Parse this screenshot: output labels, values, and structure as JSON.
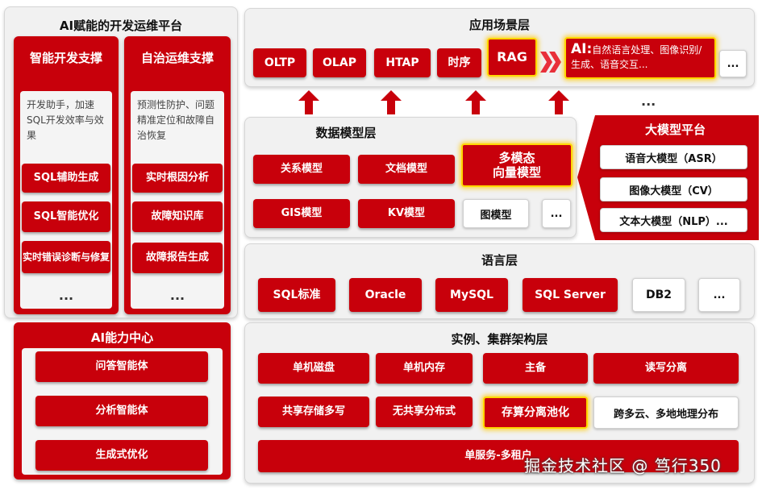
{
  "left": {
    "title": "AI赋能的开发运维平台",
    "dev": {
      "title": "智能开发支撑",
      "desc": "开发助手，加速SQL开发效率与效果",
      "items": [
        "SQL辅助生成",
        "SQL智能优化",
        "实时错误诊断与修复"
      ],
      "more": "..."
    },
    "ops": {
      "title": "自治运维支撑",
      "desc": "预测性防护、问题精准定位和故障自治恢复",
      "items": [
        "实时根因分析",
        "故障知识库",
        "故障报告生成"
      ],
      "more": "..."
    },
    "ai_center": {
      "title": "AI能力中心",
      "items": [
        "问答智能体",
        "分析智能体",
        "生成式优化"
      ]
    }
  },
  "app_layer": {
    "title": "应用场景层",
    "items": [
      "OLTP",
      "OLAP",
      "HTAP",
      "时序",
      "RAG"
    ],
    "ai_label": "AI:",
    "ai_text": "自然语言处理、图像识别/生成、语音交互...",
    "more": "...",
    "below_more": "..."
  },
  "data_layer": {
    "title": "数据模型层",
    "row1": [
      "关系模型",
      "文档模型"
    ],
    "vector": "多模态\n向量模型",
    "row2": [
      "GIS模型",
      "KV模型"
    ],
    "graph": "图模型",
    "more": "..."
  },
  "llm_platform": {
    "title": "大模型平台",
    "items": [
      "语音大模型（ASR）",
      "图像大模型（CV）",
      "文本大模型（NLP）..."
    ]
  },
  "lang_layer": {
    "title": "语言层",
    "items": [
      "SQL标准",
      "Oracle",
      "MySQL",
      "SQL Server"
    ],
    "db2": "DB2",
    "more": "..."
  },
  "cluster_layer": {
    "title": "实例、集群架构层",
    "row1": [
      "单机磁盘",
      "单机内存",
      "主备",
      "读写分离"
    ],
    "row2": [
      "共享存储多写",
      "无共享分布式",
      "存算分离池化"
    ],
    "multi_cloud": "跨多云、多地地理分布",
    "bottom": "单服务-多租户"
  },
  "watermark": "掘金技术社区 @ 笃行350",
  "colors": {
    "accent": "#c8000b",
    "panel": "#f1f1f1",
    "glow": "#ffd700"
  }
}
